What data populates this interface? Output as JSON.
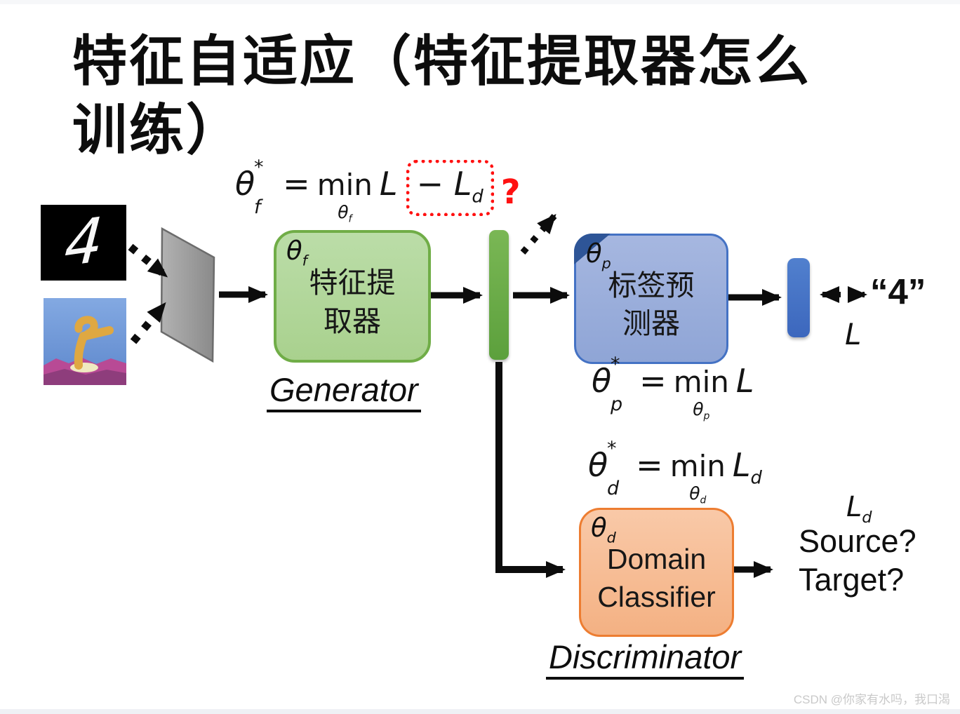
{
  "slide": {
    "title_line1": "特征自适应（特征提取器怎么",
    "title_line2": "训练）",
    "watermark": "CSDN @你家有水吗，我口渴"
  },
  "feature_objective": {
    "lhs_var": "θ",
    "lhs_sup": "*",
    "lhs_sub": "f",
    "equals": "=",
    "min_word": "min",
    "min_under_var": "θ",
    "min_under_sub": "f",
    "loss": "L",
    "boxed_term": "− L",
    "boxed_term_sub": "d",
    "question_mark": "?"
  },
  "source_input": {
    "digit": "4"
  },
  "generator": {
    "param_var": "θ",
    "param_sub": "f",
    "label_line1": "特征提",
    "label_line2": "取器",
    "caption": "Generator"
  },
  "predictor": {
    "param_var": "θ",
    "param_sub": "p",
    "label_line1": "标签预",
    "label_line2": "测器",
    "objective": {
      "lhs_var": "θ",
      "lhs_sup": "*",
      "lhs_sub": "p",
      "equals": "=",
      "min_word": "min",
      "min_under_var": "θ",
      "min_under_sub": "p",
      "loss": "L"
    }
  },
  "prediction_output": {
    "value": "“4”",
    "loss": "L"
  },
  "domain_classifier": {
    "param_var": "θ",
    "param_sub": "d",
    "label_line1": "Domain",
    "label_line2": "Classifier",
    "caption": "Discriminator",
    "objective": {
      "lhs_var": "θ",
      "lhs_sup": "*",
      "lhs_sub": "d",
      "equals": "=",
      "min_word": "min",
      "min_under_var": "θ",
      "min_under_sub": "d",
      "loss": "L",
      "loss_sub": "d"
    },
    "output": {
      "loss_var": "L",
      "loss_sub": "d",
      "line1": "Source?",
      "line2": "Target?"
    }
  },
  "colors": {
    "generator_fill": "#a9d18e",
    "generator_border": "#70ad47",
    "predictor_fill": "#8fa5d6",
    "predictor_border": "#4472c4",
    "predictor_corner": "#2e5597",
    "domain_fill": "#f4b183",
    "domain_border": "#ed7d31",
    "highlight": "#ff1111",
    "plate_gray": "#9a9a9a"
  }
}
